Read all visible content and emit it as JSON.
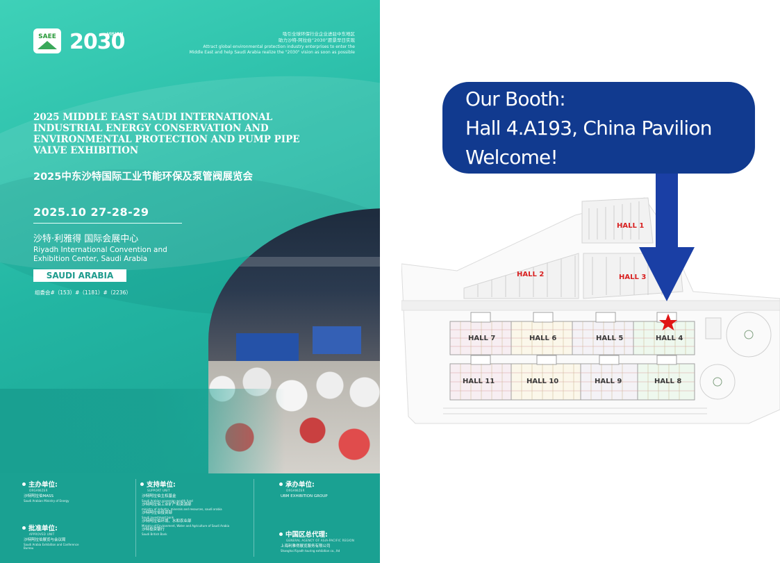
{
  "poster": {
    "logo_saee": "SAEE",
    "logo_2030": "2030",
    "logo_vision": "VISION",
    "tagline_cn_1": "吸引全球环保行业企业进驻中东地区",
    "tagline_cn_2": "助力沙特-阿拉伯“2030”愿景早日实现",
    "tagline_en_1": "Attract global environmental protection industry enterprises to enter the",
    "tagline_en_2": "Middle East and help Saudi Arabia realize the \"2030\" vision as soon as possible",
    "title_en": "2025 MIDDLE EAST SAUDI INTERNATIONAL INDUSTRIAL ENERGY CONSERVATION AND ENVIRONMENTAL PROTECTION AND PUMP PIPE VALVE EXHIBITION",
    "title_cn": "2025中东沙特国际工业节能环保及泵管阀展览会",
    "date": "2025.10  27-28-29",
    "venue_cn": "沙特·利雅得 国际会展中心",
    "venue_en": "Riyadh International Convention and Exhibition Center, Saudi Arabia",
    "country": "SAUDI ARABIA",
    "booth_code": "组委会#（153）#（1181）#（2236）",
    "footer": {
      "organizer_head": "主办单位:",
      "organizer_sub": "ORGANIZER",
      "organizer_line1": "沙特阿拉伯MASS",
      "organizer_line2": "Saudi Arabian Ministry of Energy",
      "approved_head": "批准单位:",
      "approved_sub": "APPROVED UNIT",
      "approved_line1": "沙特阿拉伯展览与会议局",
      "approved_line2": "Saudi Arabia Exhibition and Conference",
      "approved_line3": "Bureau",
      "support_head": "支持单位:",
      "support_sub": "SUPPORT UNIT",
      "support_items": [
        {
          "cn": "沙特阿拉伯主权基金",
          "en": "Saudi Arabian sovereign wealth fund"
        },
        {
          "cn": "沙特阿拉伯工业矿产和资源部",
          "en": "ministry of industry, minerals and resources, saudi arabia"
        },
        {
          "cn": "沙特阿拉伯投资部",
          "en": "Saudi investment bank"
        },
        {
          "cn": "沙特阿拉伯环境、水和农业部",
          "en": "Ministry of Environment, Water and Agriculture of Saudi Arabia"
        },
        {
          "cn": "沙特投资银行",
          "en": "Saudi British Bank"
        }
      ],
      "undertake_head": "承办单位:",
      "undertake_sub": "ORGANIZER",
      "undertake_line1": "UBM EXHIBITION GROUP",
      "agency_head": "中国区总代理:",
      "agency_sub": "GENERAL AGENCY OF ASIA-PACIFIC REGION",
      "agency_line1": "上海利雅得展览服务有限公司",
      "agency_line2": "Shanghai Riyadh touring exhibition co., ltd"
    }
  },
  "callout": {
    "line1": "Our Booth:",
    "line2": "Hall 4.A193, China Pavilion",
    "line3": " Welcome!"
  },
  "map": {
    "halls": {
      "h1": "HALL 1",
      "h2": "HALL 2",
      "h3": "HALL 3",
      "h4": "HALL 4",
      "h5": "HALL 5",
      "h6": "HALL 6",
      "h7": "HALL 7",
      "h8": "HALL 8",
      "h9": "HALL 9",
      "h10": "HALL 10",
      "h11": "HALL 11"
    },
    "marker_icon": "red-star-icon",
    "hall_label_color": "#d82020",
    "marker_color": "#e01515"
  },
  "colors": {
    "poster_teal": "#23b6a3",
    "callout_blue": "#113a8f",
    "arrow_blue": "#1a3fa5"
  }
}
